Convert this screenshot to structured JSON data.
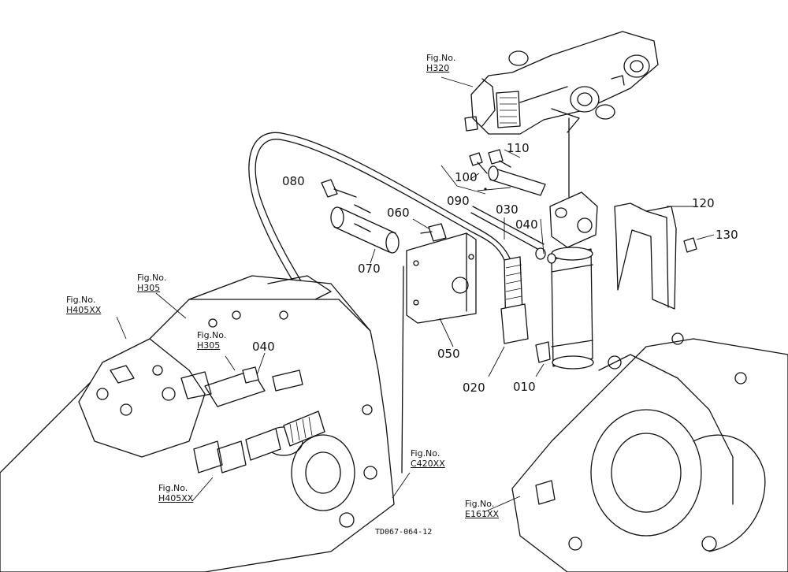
{
  "parts": [
    "010",
    "020",
    "030",
    "040",
    "040",
    "050",
    "060",
    "070",
    "080",
    "090",
    "100",
    "110",
    "120",
    "130"
  ],
  "figure_refs": [
    {
      "label": "Fig.No.",
      "number": "H320"
    },
    {
      "label": "Fig.No.",
      "number": "H305"
    },
    {
      "label": "Fig.No.",
      "number": "H405XX"
    },
    {
      "label": "Fig.No.",
      "number": "H305"
    },
    {
      "label": "Fig.No.",
      "number": "C420XX"
    },
    {
      "label": "Fig.No.",
      "number": "H405XX"
    },
    {
      "label": "Fig.No.",
      "number": "E161XX"
    }
  ],
  "doc_code": "TD067-064-12"
}
